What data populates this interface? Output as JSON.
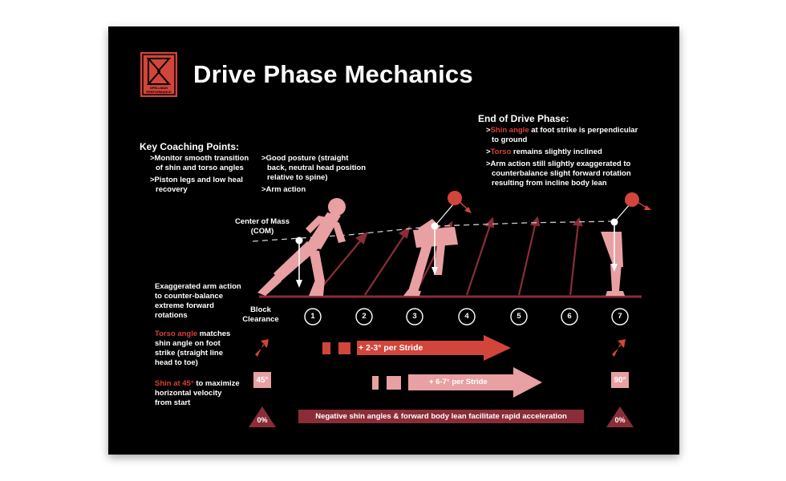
{
  "title": "Drive Phase Mechanics",
  "logo": {
    "brand": "SPELLMAN PERFORMANCE"
  },
  "key_coaching": {
    "heading": "Key Coaching Points:",
    "col1": [
      ">Monitor smooth transition",
      "of shin and torso angles",
      ">Piston legs and low heal",
      "recovery"
    ],
    "col2": [
      ">Good posture (straight",
      "back, neutral head position",
      "relative to spine)",
      ">Arm action"
    ]
  },
  "end_drive": {
    "heading": "End of Drive Phase:",
    "line1_prefix": ">",
    "line1_hl": "Shin angle",
    "line1_rest": " at foot strike is perpendicular",
    "line1b": "to ground",
    "line2_prefix": ">",
    "line2_hl": "Torso",
    "line2_rest": " remains slightly inclined",
    "line3": ">Arm action still slightly exaggerated to",
    "line4": "counterbalance slight forward rotation",
    "line5": "resulting from incline body lean"
  },
  "com_label": [
    "Center of Mass",
    "(COM)"
  ],
  "left_notes": {
    "arm": [
      "Exaggerated arm action",
      "to counter-balance",
      "extreme forward",
      "rotations"
    ],
    "torso_hl": "Torso angle",
    "torso_rest": " matches",
    "torso": [
      "shin angle on foot",
      "strike (straight line",
      "head to toe)"
    ],
    "shin_hl": "Shin at 45°",
    "shin_rest": " to maximize",
    "shin": [
      "horizontal velocity",
      "from start"
    ]
  },
  "block_clearance": [
    "Block",
    "Clearance"
  ],
  "strides": [
    "1",
    "2",
    "3",
    "4",
    "5",
    "6",
    "7"
  ],
  "arrow_torso_label": "+ 2-3° per Stride",
  "arrow_shin_label": "+ 6-7° per Stride",
  "box_45": "45°",
  "box_90": "90°",
  "tri_left": "0%",
  "tri_right": "0%",
  "banner": "Negative shin angles & forward body lean facilitate rapid acceleration",
  "colors": {
    "red": "#d2453a",
    "pink": "#e8a0a2",
    "maroon": "#8b2d38",
    "background": "#000000"
  }
}
